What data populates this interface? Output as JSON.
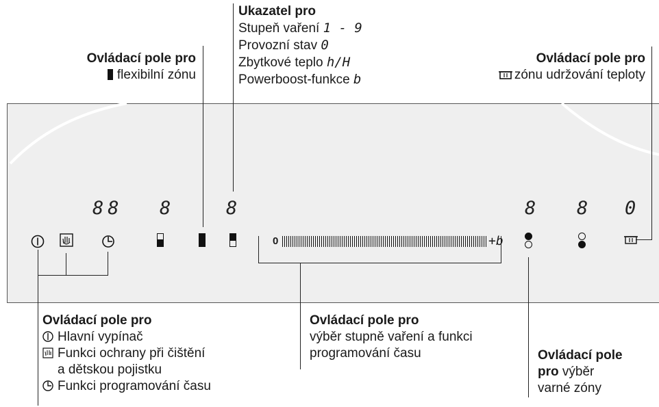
{
  "labels": {
    "indicator": {
      "title": "Ukazatel pro",
      "lines": [
        {
          "text": "Stupeň vaření ",
          "sym": "1 - 9"
        },
        {
          "text": "Provozní stav ",
          "sym": "0"
        },
        {
          "text": "Zbytkové teplo ",
          "sym": "h/H"
        },
        {
          "text": "Powerboost-funkce ",
          "sym": "b"
        }
      ]
    },
    "flex_zone": {
      "title": "Ovládací pole pro",
      "text": "flexibilní zónu"
    },
    "warming_zone": {
      "title": "Ovládací pole pro",
      "text": "zónu udržování teploty"
    },
    "main_controls": {
      "title": "Ovládací pole pro",
      "items": [
        {
          "icon": "power-icon",
          "glyph": "Ⓘ",
          "text": "Hlavní vypínač"
        },
        {
          "icon": "hand-lock-icon",
          "glyph": "✋",
          "text": "Funkci ochrany při čištění"
        },
        {
          "icon": "",
          "glyph": "",
          "text": "a dětskou pojistku"
        },
        {
          "icon": "clock-icon",
          "glyph": "◷",
          "text": "Funkci programování času"
        }
      ]
    },
    "slider": {
      "title": "Ovládací pole pro",
      "lines": [
        "výběr stupně vaření a funkci",
        "programování času"
      ]
    },
    "zone_select": {
      "title_bold_1": "Ovládací pole",
      "title_bold_2": "pro",
      "line2_rest": " výběr",
      "line3": "varné zóny"
    }
  },
  "panel": {
    "timer_display": "88",
    "flex_display_left": "8",
    "flex_display_right": "8",
    "zone_displays": [
      "8",
      "8",
      "0"
    ],
    "slider_start": "0",
    "slider_end": "+b",
    "icons": {
      "power": "power-icon",
      "lock": "hand-lock-icon",
      "timer": "clock-icon",
      "warm": "warming-zone-icon"
    }
  }
}
